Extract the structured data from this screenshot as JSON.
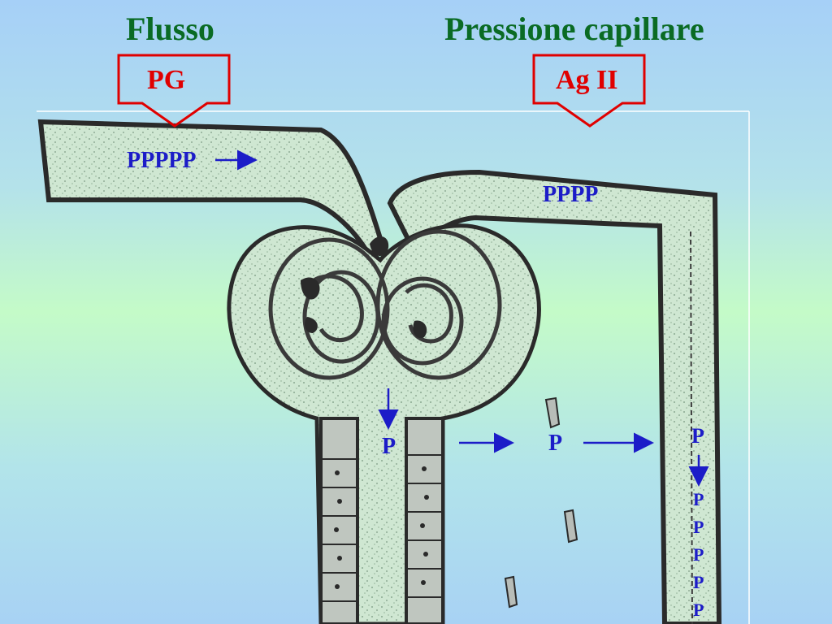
{
  "headings": {
    "flow": "Flusso",
    "pressure": "Pressione capillare"
  },
  "boxes": {
    "left": "PG",
    "right": "Ag II"
  },
  "labels": {
    "afferent": "PPPPP",
    "efferent": "PPPP",
    "tubule": "P",
    "interstitium": "P",
    "capillary": [
      "P",
      "P",
      "P",
      "P",
      "P",
      "P"
    ]
  },
  "colors": {
    "heading": "#0a6b24",
    "box": "#e00000",
    "label": "#1c1cc8",
    "vessel_wall": "#2a2a2a",
    "vessel_fill": "#cfe7d2"
  }
}
